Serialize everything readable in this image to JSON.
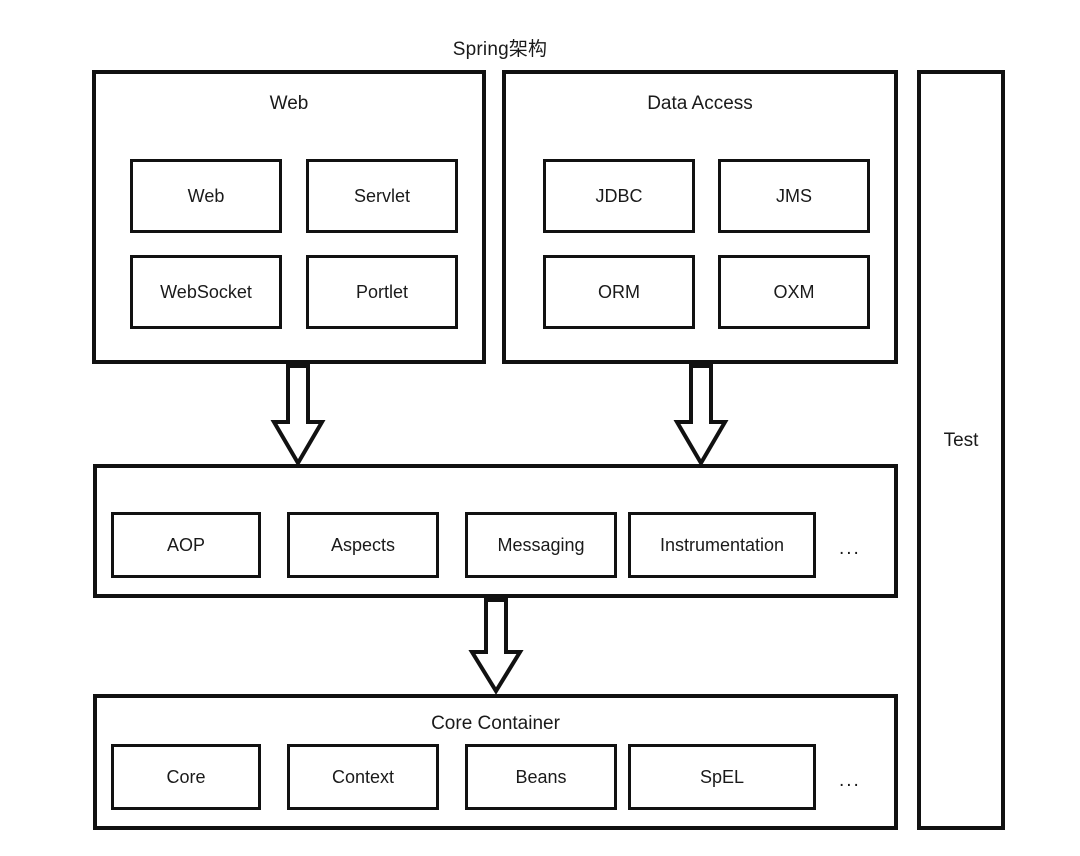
{
  "diagram": {
    "title": "Spring架构",
    "background_color": "#ffffff",
    "stroke_color": "#111111",
    "text_color": "#1a1a1a",
    "ellipsis": "...",
    "tiers": [
      {
        "id": "web",
        "label": "Web",
        "modules": [
          {
            "label": "Web"
          },
          {
            "label": "Servlet"
          },
          {
            "label": "WebSocket"
          },
          {
            "label": "Portlet"
          }
        ]
      },
      {
        "id": "data-access",
        "label": "Data Access",
        "modules": [
          {
            "label": "JDBC"
          },
          {
            "label": "JMS"
          },
          {
            "label": "ORM"
          },
          {
            "label": "OXM"
          }
        ]
      },
      {
        "id": "aop-tier",
        "label": "",
        "modules": [
          {
            "label": "AOP"
          },
          {
            "label": "Aspects"
          },
          {
            "label": "Messaging"
          },
          {
            "label": "Instrumentation"
          }
        ],
        "has_ellipsis": true
      },
      {
        "id": "core-container",
        "label": "Core Container",
        "modules": [
          {
            "label": "Core"
          },
          {
            "label": "Context"
          },
          {
            "label": "Beans"
          },
          {
            "label": "SpEL"
          }
        ],
        "has_ellipsis": true
      }
    ],
    "side_column": {
      "label": "Test"
    },
    "arrows": [
      {
        "id": "web-to-aop",
        "direction": "down"
      },
      {
        "id": "data-access-to-aop",
        "direction": "down"
      },
      {
        "id": "aop-to-core",
        "direction": "down"
      }
    ]
  }
}
